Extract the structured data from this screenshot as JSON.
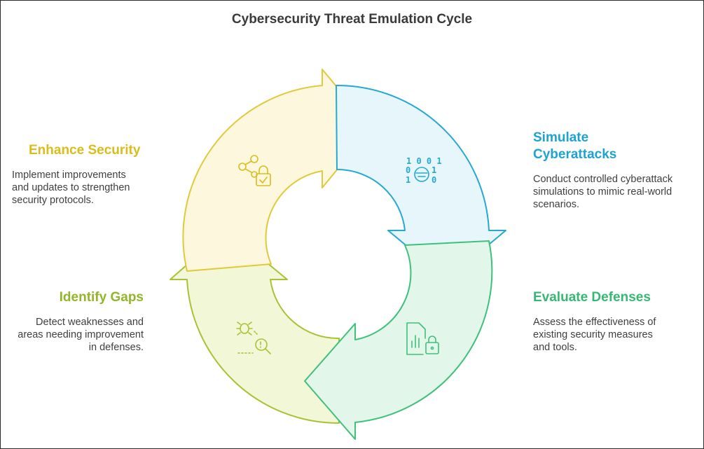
{
  "title": "Cybersecurity Threat Emulation Cycle",
  "colors": {
    "enhance_fill": "#fdf8dd",
    "enhance_stroke": "#e0c93a",
    "enhance_text": "#d9bd1c",
    "simulate_fill": "#e6f6fb",
    "simulate_stroke": "#27a8d2",
    "simulate_text": "#1ea3cf",
    "evaluate_fill": "#e2f6ea",
    "evaluate_stroke": "#3fc07b",
    "evaluate_text": "#36b873",
    "identify_fill": "#f1f7d7",
    "identify_stroke": "#a9c235",
    "identify_text": "#93b529"
  },
  "stages": {
    "enhance": {
      "label": "Enhance Security",
      "description": "Implement improvements and updates to strengthen security protocols.",
      "icon": "share-lock-icon"
    },
    "simulate": {
      "label": "Simulate Cyberattacks",
      "description": "Conduct controlled cyberattack simulations to mimic real-world scenarios.",
      "icon": "binary-hacker-icon",
      "binary": [
        "1 0 0 1",
        "0",
        "1",
        "1",
        "0"
      ]
    },
    "evaluate": {
      "label": "Evaluate Defenses",
      "description": "Assess the effectiveness of existing security measures and tools.",
      "icon": "report-lock-icon"
    },
    "identify": {
      "label": "Identify Gaps",
      "description": "Detect weaknesses and areas needing improvement in defenses.",
      "icon": "bug-search-icon"
    }
  }
}
